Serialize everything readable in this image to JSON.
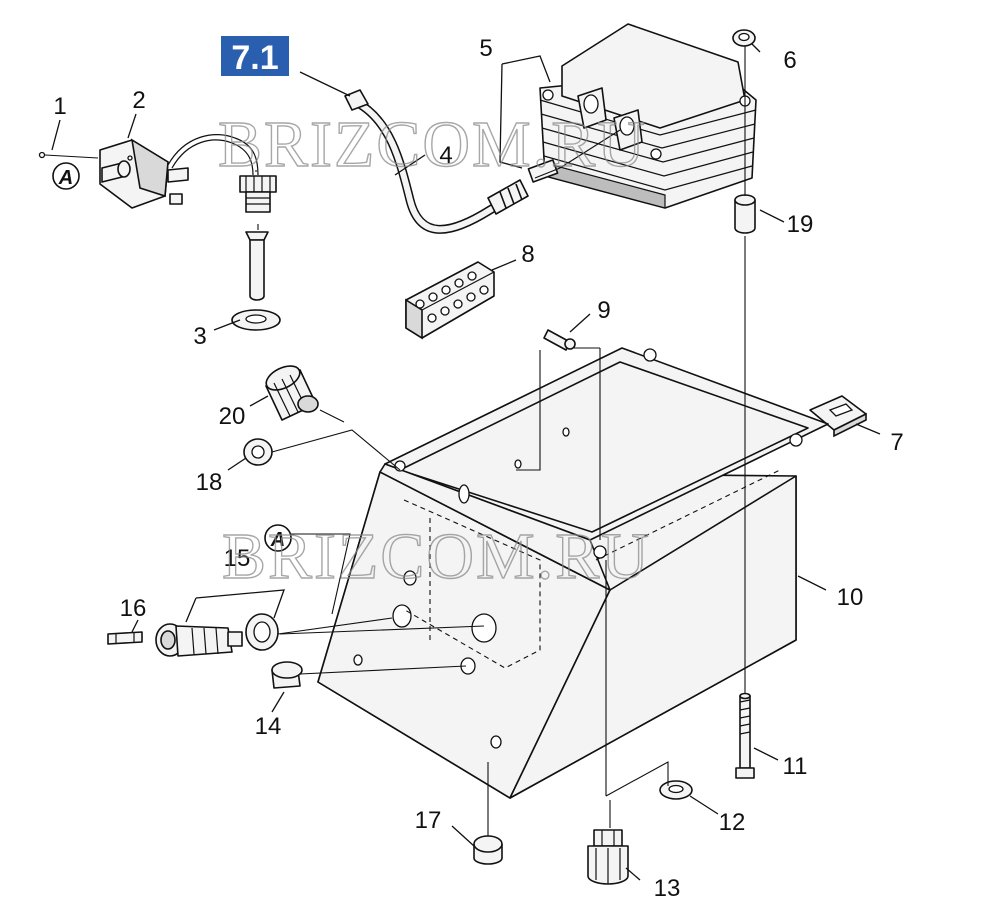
{
  "section_badge": "7.1",
  "badge_color": "#2a5fb0",
  "detail_marker": "A",
  "watermark": "BRIZCOM.RU",
  "callouts": [
    "1",
    "2",
    "3",
    "4",
    "5",
    "6",
    "7",
    "8",
    "9",
    "10",
    "11",
    "12",
    "13",
    "14",
    "15",
    "16",
    "17",
    "18",
    "19",
    "20"
  ]
}
